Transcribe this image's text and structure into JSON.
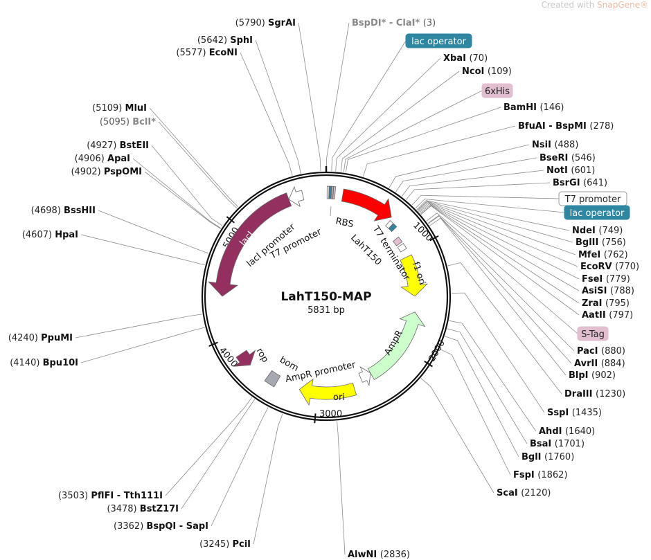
{
  "watermark": {
    "prefix": "Created with ",
    "brand": "SnapGene®"
  },
  "plasmid": {
    "name": "LahT150-MAP",
    "length_label": "5831 bp",
    "length": 5831
  },
  "ticks": [
    "1000",
    "2000",
    "3000",
    "4000",
    "5000"
  ],
  "sites": [
    {
      "name": "SgrAI",
      "pos": 5790
    },
    {
      "name": "SphI",
      "pos": 5642
    },
    {
      "name": "EcoNI",
      "pos": 5577
    },
    {
      "name": "MluI",
      "pos": 5109
    },
    {
      "name": "BclI*",
      "pos": 5095,
      "muted": true
    },
    {
      "name": "BstEII",
      "pos": 4927
    },
    {
      "name": "ApaI",
      "pos": 4906
    },
    {
      "name": "PspOMI",
      "pos": 4902
    },
    {
      "name": "BssHII",
      "pos": 4698
    },
    {
      "name": "HpaI",
      "pos": 4607
    },
    {
      "name": "PpuMI",
      "pos": 4240
    },
    {
      "name": "Bpu10I",
      "pos": 4140
    },
    {
      "name": "PflFI - Tth111I",
      "pos": 3503
    },
    {
      "name": "BstZ17I",
      "pos": 3478
    },
    {
      "name": "BspQI - SapI",
      "pos": 3362
    },
    {
      "name": "PciI",
      "pos": 3245
    },
    {
      "name": "AlwNI",
      "pos": 2836
    },
    {
      "name": "BspDI* - ClaI*",
      "pos": 3,
      "muted": true
    },
    {
      "name": "XbaI",
      "pos": 70
    },
    {
      "name": "NcoI",
      "pos": 109
    },
    {
      "name": "BamHI",
      "pos": 146
    },
    {
      "name": "BfuAI - BspMI",
      "pos": 278
    },
    {
      "name": "NsiI",
      "pos": 488
    },
    {
      "name": "BseRI",
      "pos": 546
    },
    {
      "name": "NotI",
      "pos": 601
    },
    {
      "name": "BsrGI",
      "pos": 641
    },
    {
      "name": "NdeI",
      "pos": 749
    },
    {
      "name": "BglII",
      "pos": 756
    },
    {
      "name": "MfeI",
      "pos": 762
    },
    {
      "name": "EcoRV",
      "pos": 770
    },
    {
      "name": "FseI",
      "pos": 779
    },
    {
      "name": "AsiSI",
      "pos": 788
    },
    {
      "name": "ZraI",
      "pos": 795
    },
    {
      "name": "AatII",
      "pos": 797
    },
    {
      "name": "PacI",
      "pos": 880
    },
    {
      "name": "AvrII",
      "pos": 884
    },
    {
      "name": "BlpI",
      "pos": 902
    },
    {
      "name": "DraIII",
      "pos": 1230
    },
    {
      "name": "SspI",
      "pos": 1435
    },
    {
      "name": "AhdI",
      "pos": 1640
    },
    {
      "name": "BsaI",
      "pos": 1701
    },
    {
      "name": "BglI",
      "pos": 1760
    },
    {
      "name": "FspI",
      "pos": 1862
    },
    {
      "name": "ScaI",
      "pos": 2120
    }
  ],
  "boxed_features": [
    {
      "label": "lac operator",
      "pos": 40,
      "color": "#2e86a0",
      "text_color": "#ffffff"
    },
    {
      "label": "6xHis",
      "pos": 130,
      "color": "#e2bfd0",
      "text_color": "#222222"
    },
    {
      "label": "T7 promoter",
      "pos": 700,
      "color": "#ffffff",
      "text_color": "#222222"
    },
    {
      "label": "lac operator",
      "pos": 735,
      "color": "#2e86a0",
      "text_color": "#ffffff"
    },
    {
      "label": "S-Tag",
      "pos": 860,
      "color": "#e2bfd0",
      "text_color": "#222222"
    }
  ],
  "features": [
    {
      "label": "LahT150",
      "start": 150,
      "end": 640,
      "dir": 1,
      "color": "#ff0000"
    },
    {
      "label": "lacI",
      "start": 4373,
      "end": 5490,
      "dir": -1,
      "color": "#93305f"
    },
    {
      "label": "lacI promoter",
      "start": 5490,
      "end": 5620,
      "dir": -1,
      "color": "#ffffff"
    },
    {
      "label": "f1 ori",
      "start": 1036,
      "end": 1458,
      "dir": 1,
      "color": "#ffff00"
    },
    {
      "label": "AmpR",
      "start": 1620,
      "end": 2430,
      "dir": -1,
      "color": "#ccffcc"
    },
    {
      "label": "AmpR promoter",
      "start": 2430,
      "end": 2545,
      "dir": -1,
      "color": "#ffffff"
    },
    {
      "label": "ori",
      "start": 2640,
      "end": 3175,
      "dir": 1,
      "color": "#ffff00"
    },
    {
      "label": "rop",
      "start": 3690,
      "end": 3820,
      "dir": -1,
      "color": "#93305f"
    },
    {
      "label": "bom",
      "start": 3400,
      "end": 3500,
      "dir": 0,
      "color": "#a6a9b0"
    }
  ],
  "inner_labels": {
    "rbs": "RBS",
    "lahT150": "LahT150",
    "t7_terminator": "T7 terminator",
    "laci_promoter": "lacI promoter",
    "t7_promoter": "T7 promoter",
    "ampr_promoter": "AmpR promoter",
    "bom": "bom",
    "rop": "rop",
    "ampr": "AmpR",
    "f1_ori": "f1 ori",
    "ori": "ori",
    "laci": "lacI"
  }
}
